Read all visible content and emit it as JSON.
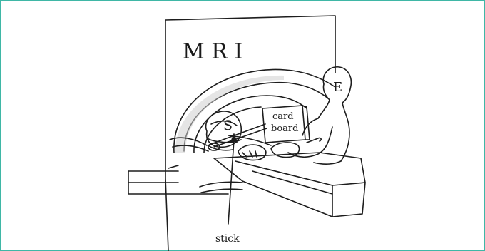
{
  "labels": {
    "mri": "M R I",
    "experimenter": "E",
    "subject": "S",
    "cardboard_line1": "card",
    "cardboard_line2": "board",
    "stick": "stick"
  }
}
